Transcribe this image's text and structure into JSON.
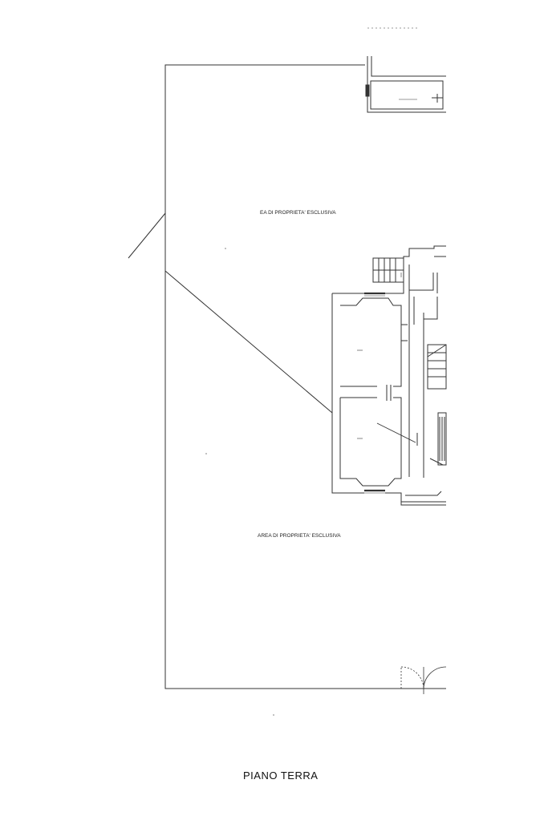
{
  "drawing": {
    "title": "PIANO TERRA",
    "labels": {
      "area_top": "EA DI PROPRIETA' ESCLUSIVA",
      "area_bottom": "AREA DI PROPRIETA' ESCLUSIVA"
    },
    "colors": {
      "line": "#333333",
      "wall_fill": "#ffffff",
      "background": "#ffffff"
    }
  }
}
